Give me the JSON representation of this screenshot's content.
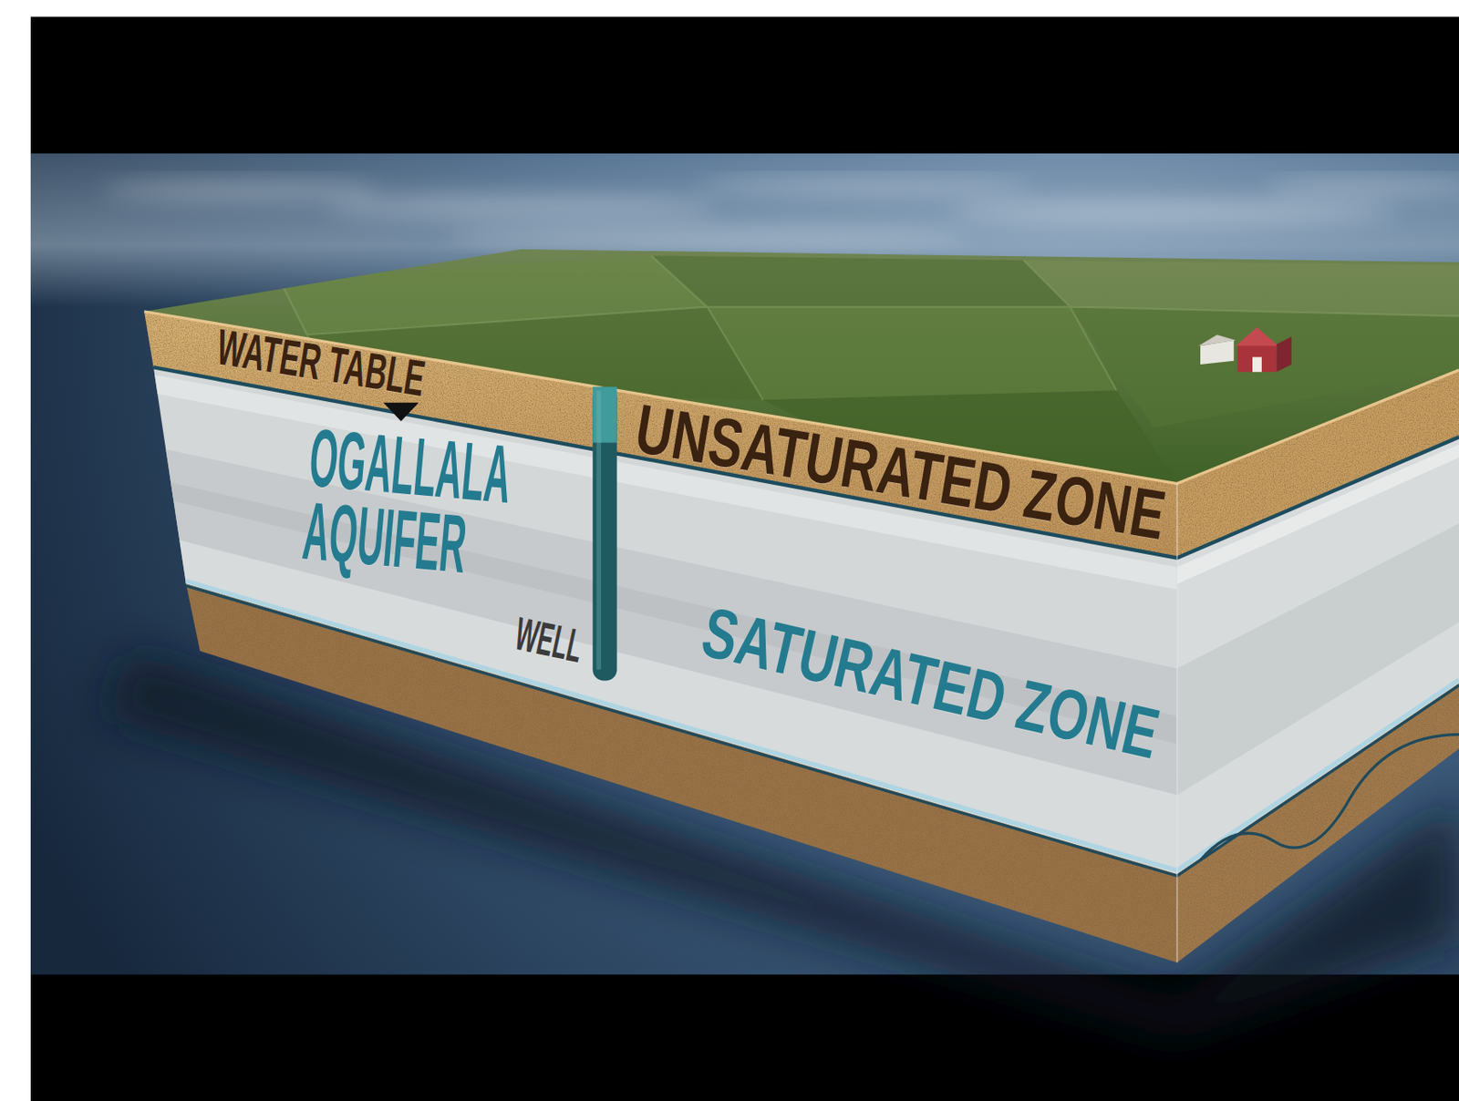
{
  "diagram": {
    "labels": [
      "WATER TABLE",
      "OGALLALA AQUIFER",
      "WELL",
      "UNSATURATED ZONE",
      "SATURATED ZONE"
    ]
  }
}
